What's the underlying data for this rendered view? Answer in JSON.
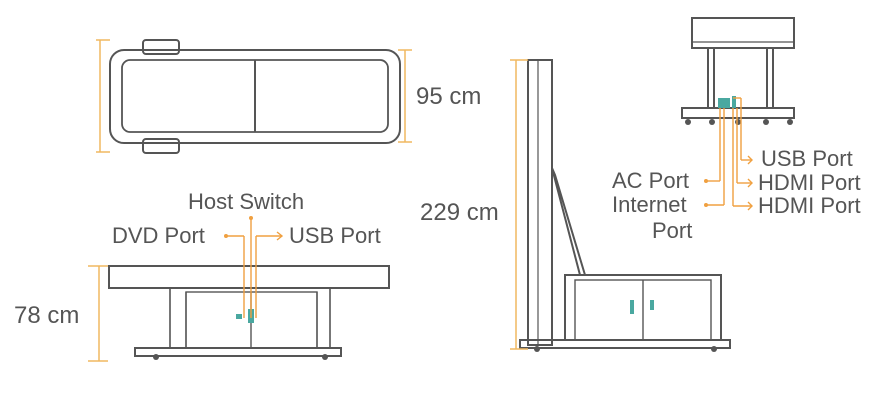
{
  "top_view": {
    "depth_label": "95 cm"
  },
  "front_view": {
    "height_label": "78 cm",
    "ports": {
      "host_switch": "Host Switch",
      "dvd_port": "DVD Port",
      "usb_port": "USB Port"
    }
  },
  "side_view": {
    "height_label": "229 cm"
  },
  "back_view": {
    "ports": {
      "ac_port": "AC Port",
      "internet_port_line1": "Internet",
      "internet_port_line2": "Port",
      "usb_port": "USB Port",
      "hdmi_port_1": "HDMI Port",
      "hdmi_port_2": "HDMI Port"
    }
  },
  "colors": {
    "outline": "#555555",
    "dimension": "#f0b860",
    "leader": "#f0a040",
    "text": "#555555",
    "port_block": "#4aa8a0"
  }
}
